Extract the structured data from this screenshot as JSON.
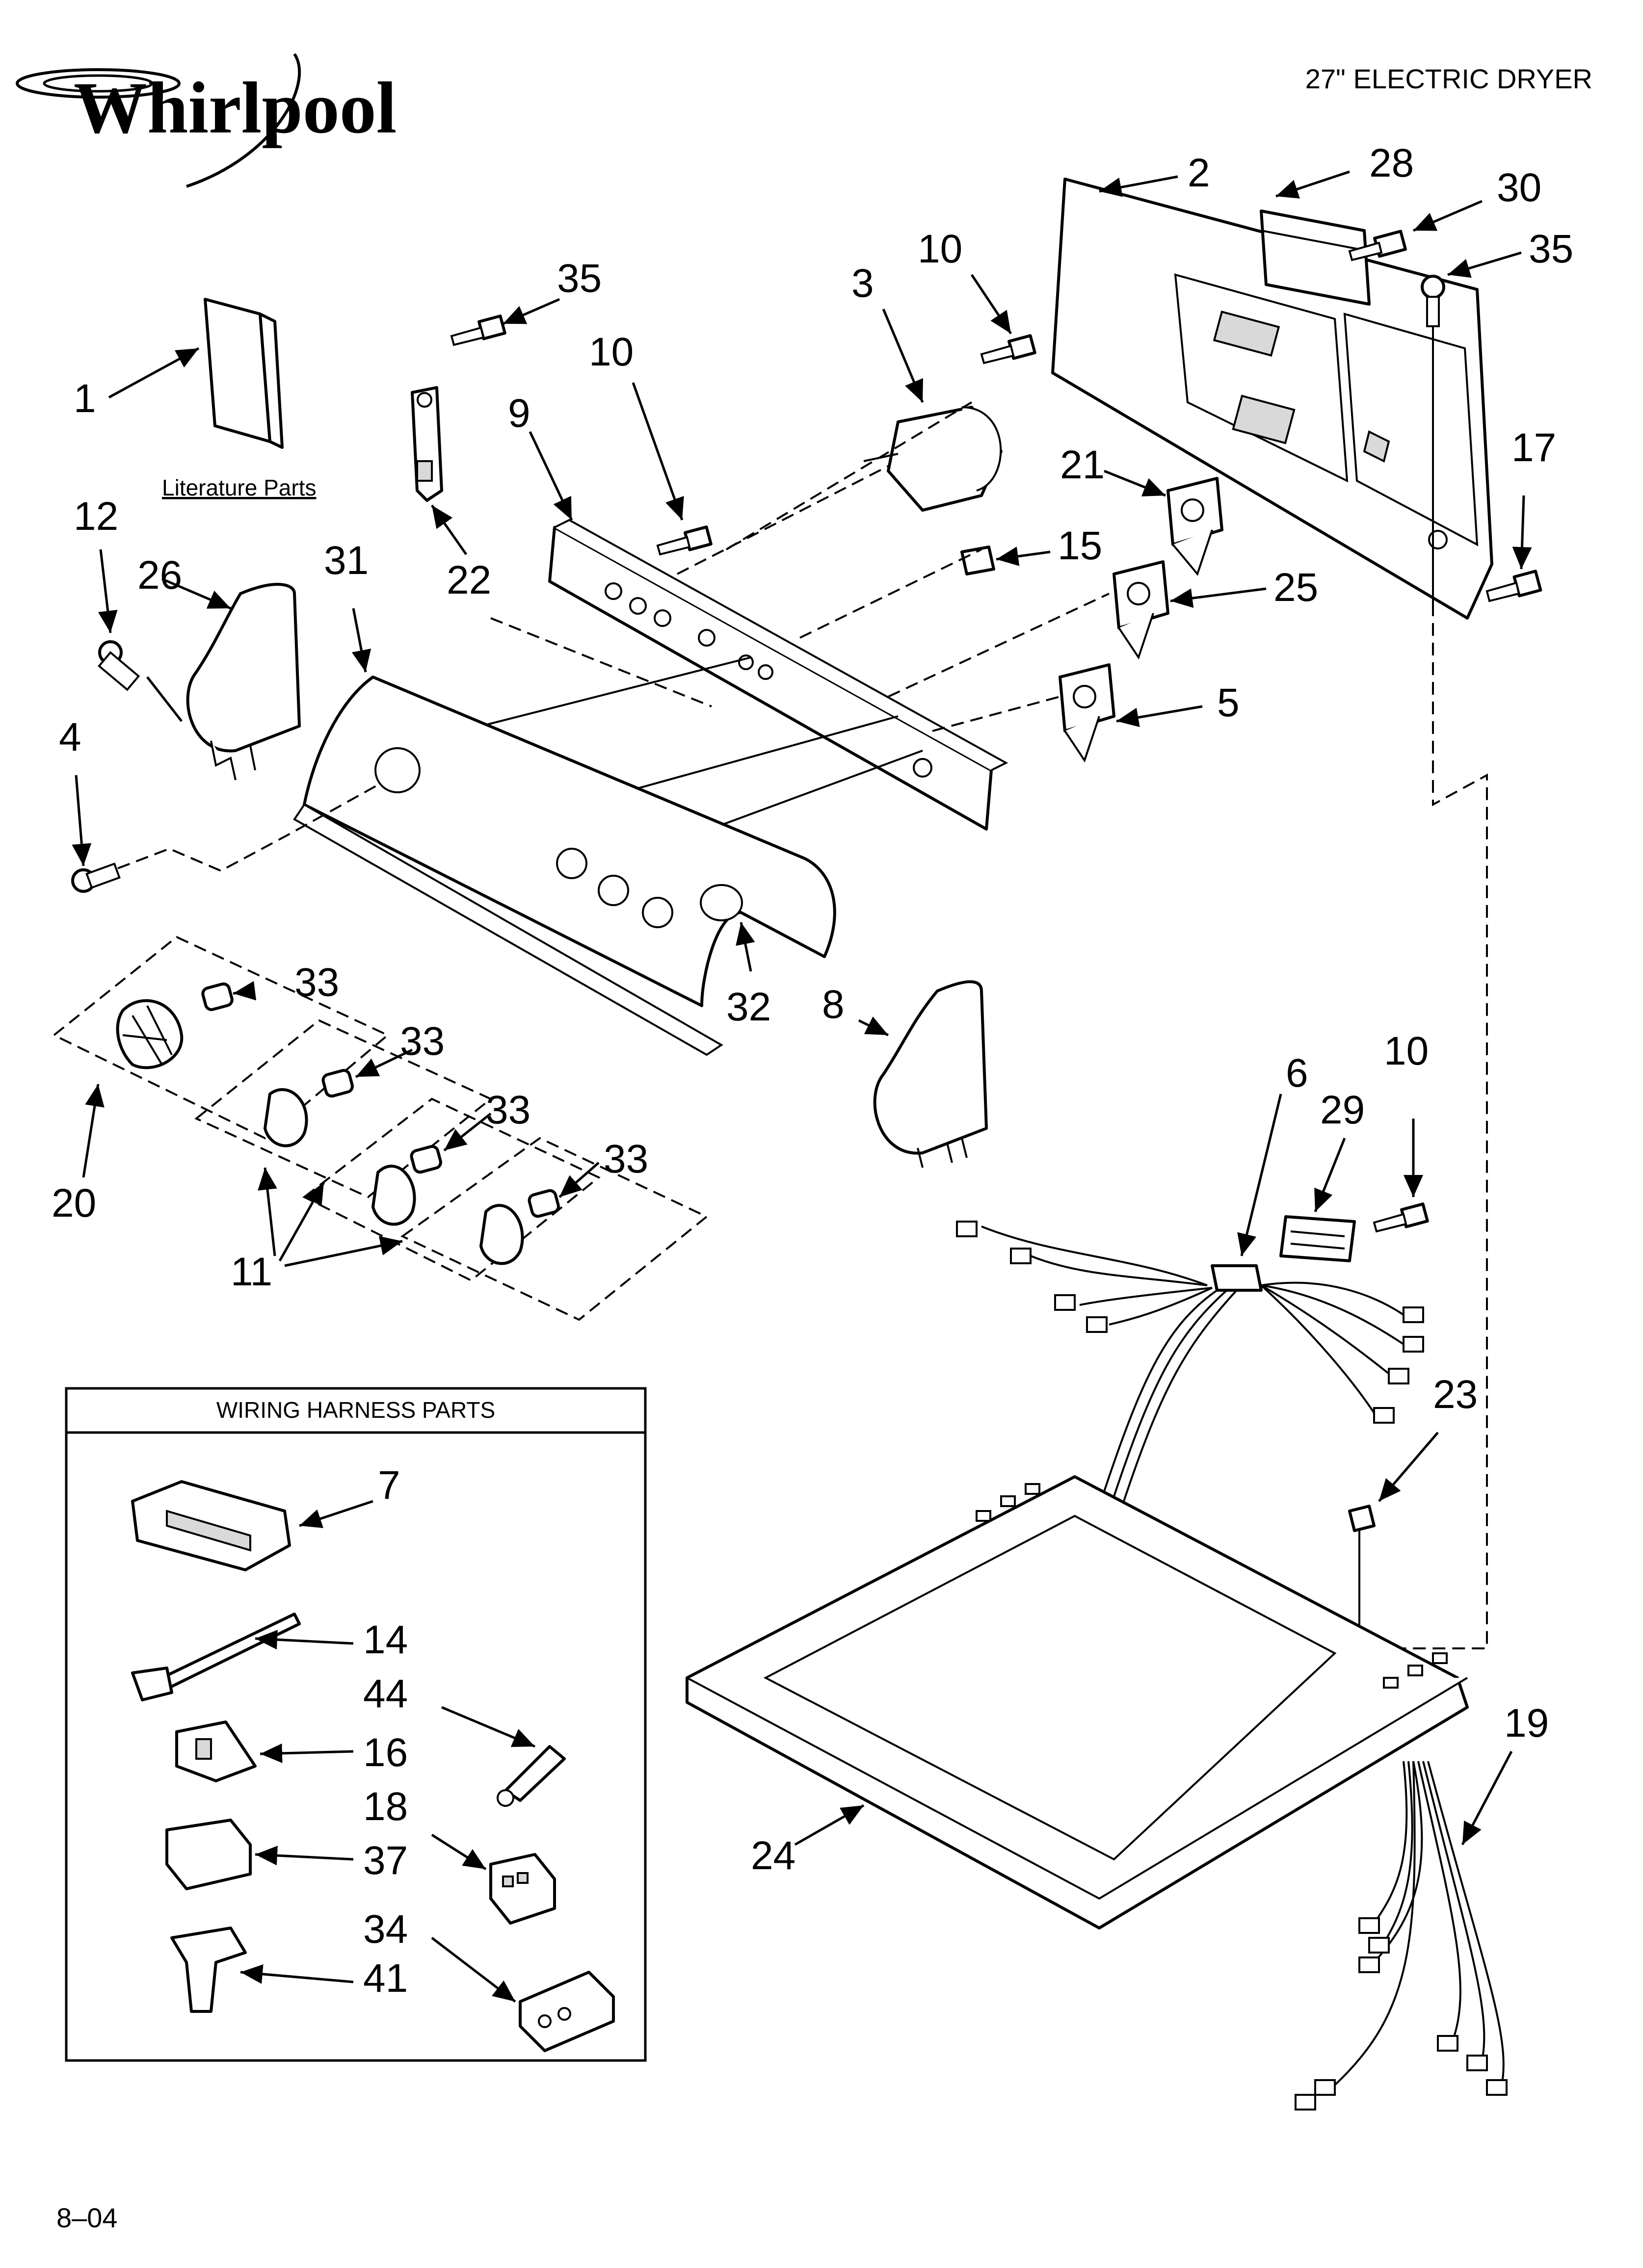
{
  "header": {
    "brand": "Whirlpool",
    "model_title": "27\" ELECTRIC DRYER"
  },
  "labels": {
    "literature": "Literature Parts",
    "harness_box_title": "WIRING HARNESS PARTS",
    "footer_date": "8–04"
  },
  "callouts": {
    "c1": "1",
    "c2": "2",
    "c3": "3",
    "c4": "4",
    "c5": "5",
    "c6": "6",
    "c7": "7",
    "c8": "8",
    "c9": "9",
    "c10a": "10",
    "c10b": "10",
    "c10c": "10",
    "c11": "11",
    "c12": "12",
    "c14": "14",
    "c15": "15",
    "c16": "16",
    "c17": "17",
    "c18": "18",
    "c19": "19",
    "c20": "20",
    "c21": "21",
    "c22": "22",
    "c23": "23",
    "c24": "24",
    "c25": "25",
    "c26": "26",
    "c28": "28",
    "c29": "29",
    "c30": "30",
    "c31": "31",
    "c32": "32",
    "c33a": "33",
    "c33b": "33",
    "c33c": "33",
    "c33d": "33",
    "c34": "34",
    "c35a": "35",
    "c35b": "35",
    "c37": "37",
    "c41": "41",
    "c44": "44"
  },
  "colors": {
    "line": "#000000",
    "background": "#ffffff",
    "fill_shade": "#d9d9d9"
  }
}
